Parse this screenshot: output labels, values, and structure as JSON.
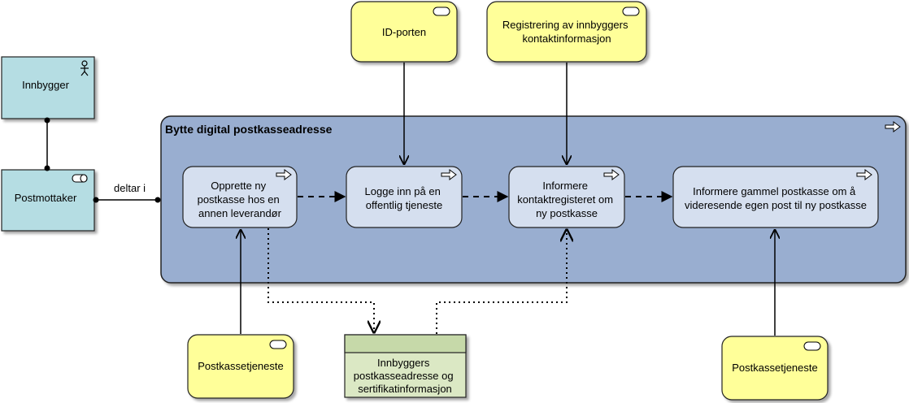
{
  "actors": {
    "innbygger": {
      "label": "Innbygger"
    },
    "postmottaker": {
      "label": "Postmottaker"
    }
  },
  "relation": {
    "label": "deltar i"
  },
  "process": {
    "title": "Bytte digital postkasseadresse",
    "steps": [
      {
        "lines": [
          "Opprette ny",
          "postkasse hos en",
          "annen leverandør"
        ]
      },
      {
        "lines": [
          "Logge inn på en",
          "offentlig tjeneste"
        ]
      },
      {
        "lines": [
          "Informere",
          "kontaktregisteret om",
          "ny postkasse"
        ]
      },
      {
        "lines": [
          "Informere gammel postkasse om å",
          "videresende egen post til ny postkasse"
        ]
      }
    ]
  },
  "services": {
    "idporten": {
      "lines": [
        "ID-porten"
      ]
    },
    "registrering": {
      "lines": [
        "Registrering av innbyggers",
        "kontaktinformasjon"
      ]
    },
    "postkasse1": {
      "lines": [
        "Postkassetjeneste"
      ]
    },
    "postkasse2": {
      "lines": [
        "Postkassetjeneste"
      ]
    }
  },
  "data_object": {
    "lines": [
      "Innbyggers",
      "postkasseadresse og",
      "sertifikatinformasjon"
    ]
  },
  "colors": {
    "actor_fill": "#b5dde3",
    "actor_stroke": "#3c6e78",
    "process_fill": "#99aed0",
    "step_fill": "#d5dfef",
    "service_fill": "#ffff99",
    "data_fill": "#dbe8c4",
    "data_header": "#c6d9a9"
  }
}
